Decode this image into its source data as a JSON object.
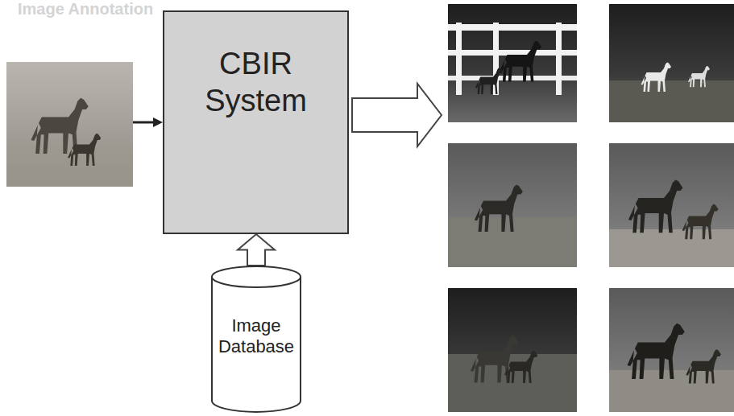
{
  "diagram": {
    "nodes": [
      {
        "text": [
          "CBIR System"
        ]
      },
      {
        "text": [
          "Image Database"
        ]
      }
    ],
    "edges": [
      {
        "from": 1,
        "to": 0,
        "arrow": "to"
      }
    ],
    "labels": [
      "Image Annotation"
    ]
  }
}
